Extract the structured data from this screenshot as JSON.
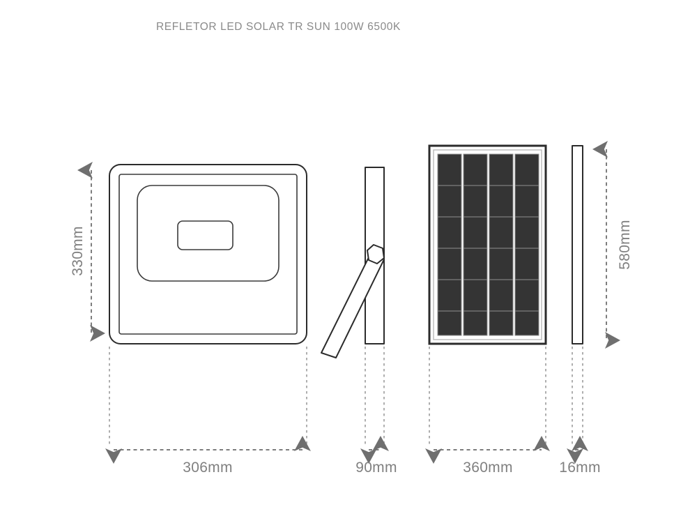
{
  "document": {
    "title": "REFLETOR LED SOLAR TR SUN 100W 6500K",
    "type": "technical-dimension-drawing",
    "background_color": "#ffffff",
    "line_color": "#2b2b2b",
    "dimension_color": "#808080"
  },
  "dimensions": {
    "height_front": "330mm",
    "width_front": "306mm",
    "depth_side": "90mm",
    "width_panel": "360mm",
    "thickness_panel": "16mm",
    "height_panel": "580mm"
  },
  "views": {
    "front": {
      "name": "floodlight-front-view",
      "label_height": "330mm",
      "label_width": "306mm"
    },
    "side": {
      "name": "floodlight-side-view",
      "label_width": "90mm"
    },
    "panel_front": {
      "name": "solar-panel-front-view",
      "label_width": "360mm",
      "label_height": "580mm",
      "cell_rows": 6,
      "cell_columns": 4,
      "cell_color": "#343434"
    },
    "panel_side": {
      "name": "solar-panel-side-view",
      "label_width": "16mm"
    }
  }
}
